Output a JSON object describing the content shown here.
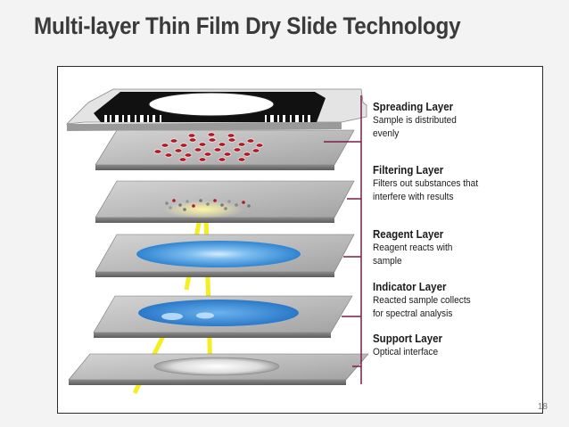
{
  "slide": {
    "title": "Multi-layer Thin Film Dry Slide Technology",
    "page_number": "18"
  },
  "layers": [
    {
      "name": "Spreading Layer",
      "desc_1": "Sample is distributed",
      "desc_2": "evenly"
    },
    {
      "name": "Filtering Layer",
      "desc_1": "Filters out substances that",
      "desc_2": "interfere with results"
    },
    {
      "name": "Reagent Layer",
      "desc_1": "Reagent reacts with",
      "desc_2": "sample"
    },
    {
      "name": "Indicator Layer",
      "desc_1": "Reacted sample collects",
      "desc_2": "for spectral analysis"
    },
    {
      "name": "Support Layer",
      "desc_1": "Optical interface",
      "desc_2": ""
    }
  ],
  "colors": {
    "connector_line": "#7a1f4a",
    "light_beam": "#f4ee22",
    "plate_top": "#bdbdbd",
    "plate_edge": "#6e6e6e",
    "reagent_blue": "#3d8fd6",
    "sample_red": "#b01a25"
  }
}
